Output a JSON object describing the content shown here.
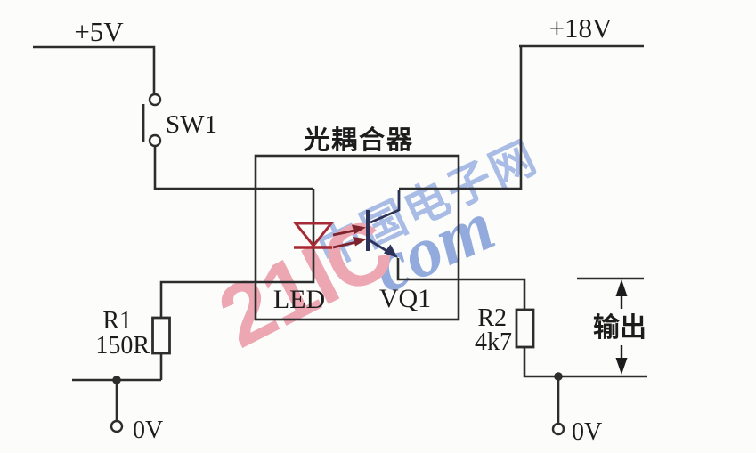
{
  "diagram": {
    "title": "光耦合器",
    "power": {
      "left_supply": "+5V",
      "right_supply": "+18V"
    },
    "switch": {
      "label": "SW1"
    },
    "optocoupler": {
      "led_label": "LED",
      "transistor_label": "VQ1"
    },
    "resistors": {
      "r1": {
        "name": "R1",
        "value": "150R"
      },
      "r2": {
        "name": "R2",
        "value": "4k7"
      }
    },
    "grounds": {
      "left": "0V",
      "right": "0V"
    },
    "output": {
      "label": "输出"
    },
    "colors": {
      "wire": "#2d2d2d",
      "text": "#1c1c1c",
      "led_symbol": "#a62a33",
      "light_arrows": "#7c232c",
      "transistor_symbol": "#2c3258",
      "background": "#fcfcfa"
    }
  },
  "watermark": {
    "brand": "21IC",
    "site_name": "中国电子网",
    "domain_suffix": "com",
    "colors": {
      "pink": "#eda7b3",
      "blue": "#a9bce5"
    }
  }
}
